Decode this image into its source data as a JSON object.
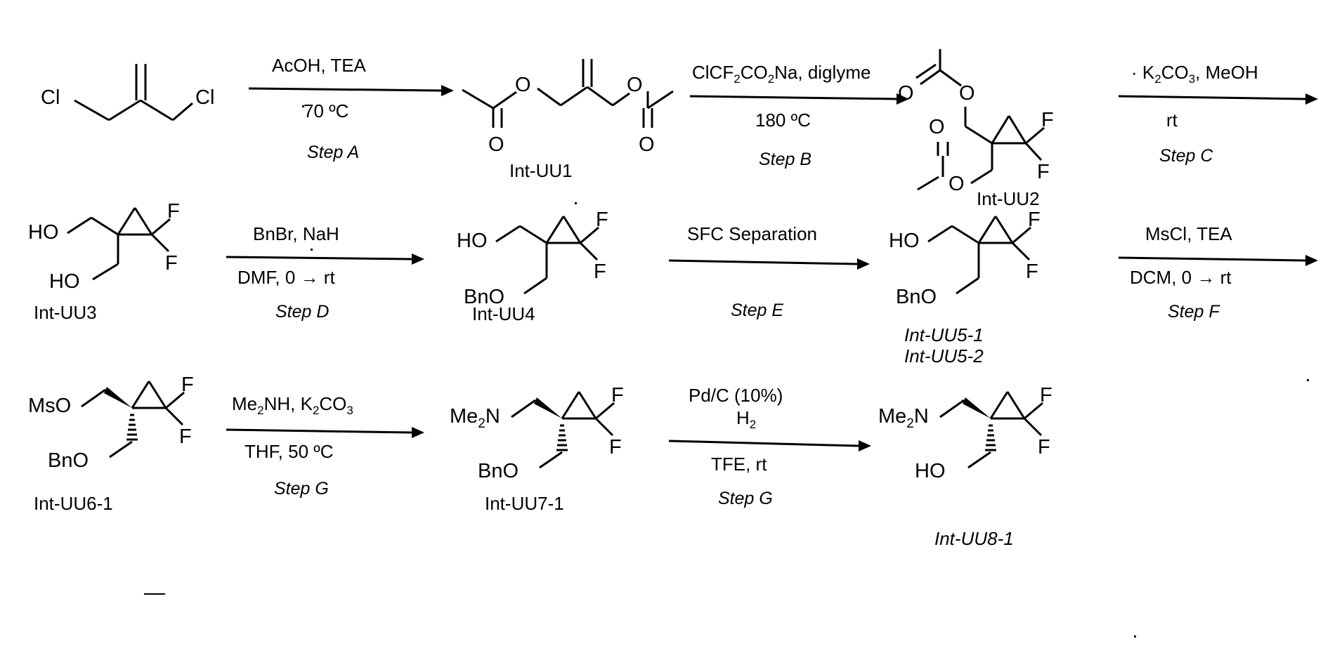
{
  "document": {
    "type": "chemical-synthesis-scheme",
    "title": "Synthesis of Int-UU8-1 via difluorocyclopropane intermediates",
    "background": "#ffffff",
    "ink": "#000000"
  },
  "rows": [
    {
      "id": "row-1",
      "steps": [
        {
          "id": "step-a",
          "reagents": "AcOH, TEA",
          "conditions": "70 ºC",
          "step_label": "Step A",
          "reactant_label": "",
          "product_label": "Int-UU1"
        },
        {
          "id": "step-b",
          "reagents": "ClCF2CO2Na, diglyme",
          "reagents_parts": [
            {
              "t": "ClCF",
              "sub": false
            },
            {
              "t": "2",
              "sub": true
            },
            {
              "t": "CO",
              "sub": false
            },
            {
              "t": "2",
              "sub": true
            },
            {
              "t": "Na, diglyme",
              "sub": false
            }
          ],
          "conditions": "180 ºC",
          "step_label": "Step B",
          "product_label": "Int-UU2"
        },
        {
          "id": "step-c",
          "reagents": "K2CO3, MeOH",
          "reagents_parts": [
            {
              "t": "· K",
              "sub": false
            },
            {
              "t": "2",
              "sub": true
            },
            {
              "t": "CO",
              "sub": false
            },
            {
              "t": "3",
              "sub": true
            },
            {
              "t": ", MeOH",
              "sub": false
            }
          ],
          "conditions": "rt",
          "step_label": "Step C",
          "product_label": ""
        }
      ]
    },
    {
      "id": "row-2",
      "steps": [
        {
          "id": "step-d",
          "reagents": "BnBr, NaH",
          "conditions": "DMF, 0 → rt",
          "step_label": "Step D",
          "reactant_label": "Int-UU3",
          "product_label": "Int-UU4"
        },
        {
          "id": "step-e",
          "reagents": "SFC Separation",
          "conditions": "",
          "step_label": "Step E",
          "product_label_1": "Int-UU5-1",
          "product_label_2": "Int-UU5-2"
        },
        {
          "id": "step-f",
          "reagents": "MsCl, TEA",
          "conditions": "DCM,  0 → rt",
          "step_label": "Step F",
          "product_label": ""
        }
      ]
    },
    {
      "id": "row-3",
      "steps": [
        {
          "id": "step-g1",
          "reagents": "Me2NH, K2CO3",
          "reagents_parts": [
            {
              "t": "Me",
              "sub": false
            },
            {
              "t": "2",
              "sub": true
            },
            {
              "t": "NH, K",
              "sub": false
            },
            {
              "t": "2",
              "sub": true
            },
            {
              "t": "CO",
              "sub": false
            },
            {
              "t": "3",
              "sub": true
            }
          ],
          "conditions": "THF, 50 ºC",
          "step_label": "Step G",
          "reactant_label": "Int-UU6-1",
          "product_label": "Int-UU7-1"
        },
        {
          "id": "step-g2",
          "reagents": "Pd/C (10%)",
          "reagents_line2": "H2",
          "conditions": "TFE, rt",
          "step_label": "Step G",
          "product_label": "Int-UU8-1"
        }
      ]
    }
  ],
  "structures": {
    "start_material": {
      "id": "dichloro-isobutylene",
      "name": "3-chloro-2-(chloromethyl)prop-1-ene",
      "atom_labels": [
        "Cl",
        "Cl"
      ]
    },
    "int_uu1": {
      "id": "int-uu1",
      "name": "2-methylenepropane-1,3-diyl diacetate",
      "atom_labels": [
        "O",
        "O",
        "O",
        "O"
      ]
    },
    "int_uu2": {
      "id": "int-uu2",
      "name": "(2,2-difluorocyclopropane-1,1-diyl)bis(methylene) diacetate",
      "atom_labels": [
        "O",
        "O",
        "O",
        "O",
        "F",
        "F"
      ]
    },
    "int_uu3": {
      "id": "int-uu3",
      "name": "(2,2-difluorocyclopropane-1,1-diyl)dimethanol",
      "atom_labels": [
        "HO",
        "HO",
        "F",
        "F"
      ]
    },
    "int_uu4": {
      "id": "int-uu4",
      "name": "(1-((benzyloxy)methyl)-2,2-difluorocyclopropyl)methanol",
      "atom_labels": [
        "HO",
        "BnO",
        "F",
        "F"
      ]
    },
    "int_uu5": {
      "id": "int-uu5",
      "name": "separated enantiomers of Int-UU4",
      "atom_labels": [
        "HO",
        "BnO",
        "F",
        "F"
      ]
    },
    "int_uu6_1": {
      "id": "int-uu6-1",
      "name": "mesylate of Int-UU5-1",
      "atom_labels": [
        "MsO",
        "BnO",
        "F",
        "F"
      ]
    },
    "int_uu7_1": {
      "id": "int-uu7-1",
      "name": "dimethylamine adduct",
      "atom_labels": [
        "Me2N",
        "BnO",
        "F",
        "F"
      ]
    },
    "int_uu8_1": {
      "id": "int-uu8-1",
      "name": "debenzylated alcohol",
      "atom_labels": [
        "Me2N",
        "HO",
        "F",
        "F"
      ]
    }
  },
  "atoms": {
    "Cl": "Cl",
    "O": "O",
    "F": "F",
    "HO": "HO",
    "BnO": "BnO",
    "MsO": "MsO",
    "Me2N_main": "Me",
    "Me2N_sub": "2",
    "Me2N_tail": "N"
  }
}
